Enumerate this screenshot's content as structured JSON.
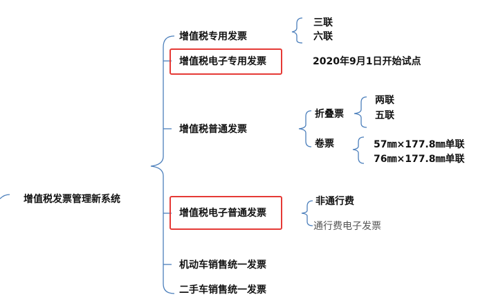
{
  "root": {
    "label": "增值税发票管理新系统"
  },
  "branches": [
    {
      "label": "增值税专用发票",
      "children": [
        "三联",
        "六联"
      ]
    },
    {
      "label": "增值税电子专用发票",
      "note": "2020年9月1日开始试点",
      "highlighted": true
    },
    {
      "label": "增值税普通发票",
      "children": [
        {
          "label": "折叠票",
          "children": [
            "两联",
            "五联"
          ]
        },
        {
          "label": "卷票",
          "children": [
            "57㎜×177.8㎜单联",
            "76㎜×177.8㎜单联"
          ]
        }
      ]
    },
    {
      "label": "增值税电子普通发票",
      "highlighted": true,
      "children": [
        "非通行费",
        "通行费电子发票"
      ]
    },
    {
      "label": "机动车销售统一发票"
    },
    {
      "label": "二手车销售统一发票"
    }
  ],
  "colors": {
    "connector": "#4a7ebb",
    "highlight": "#e53935",
    "text": "#111111"
  }
}
